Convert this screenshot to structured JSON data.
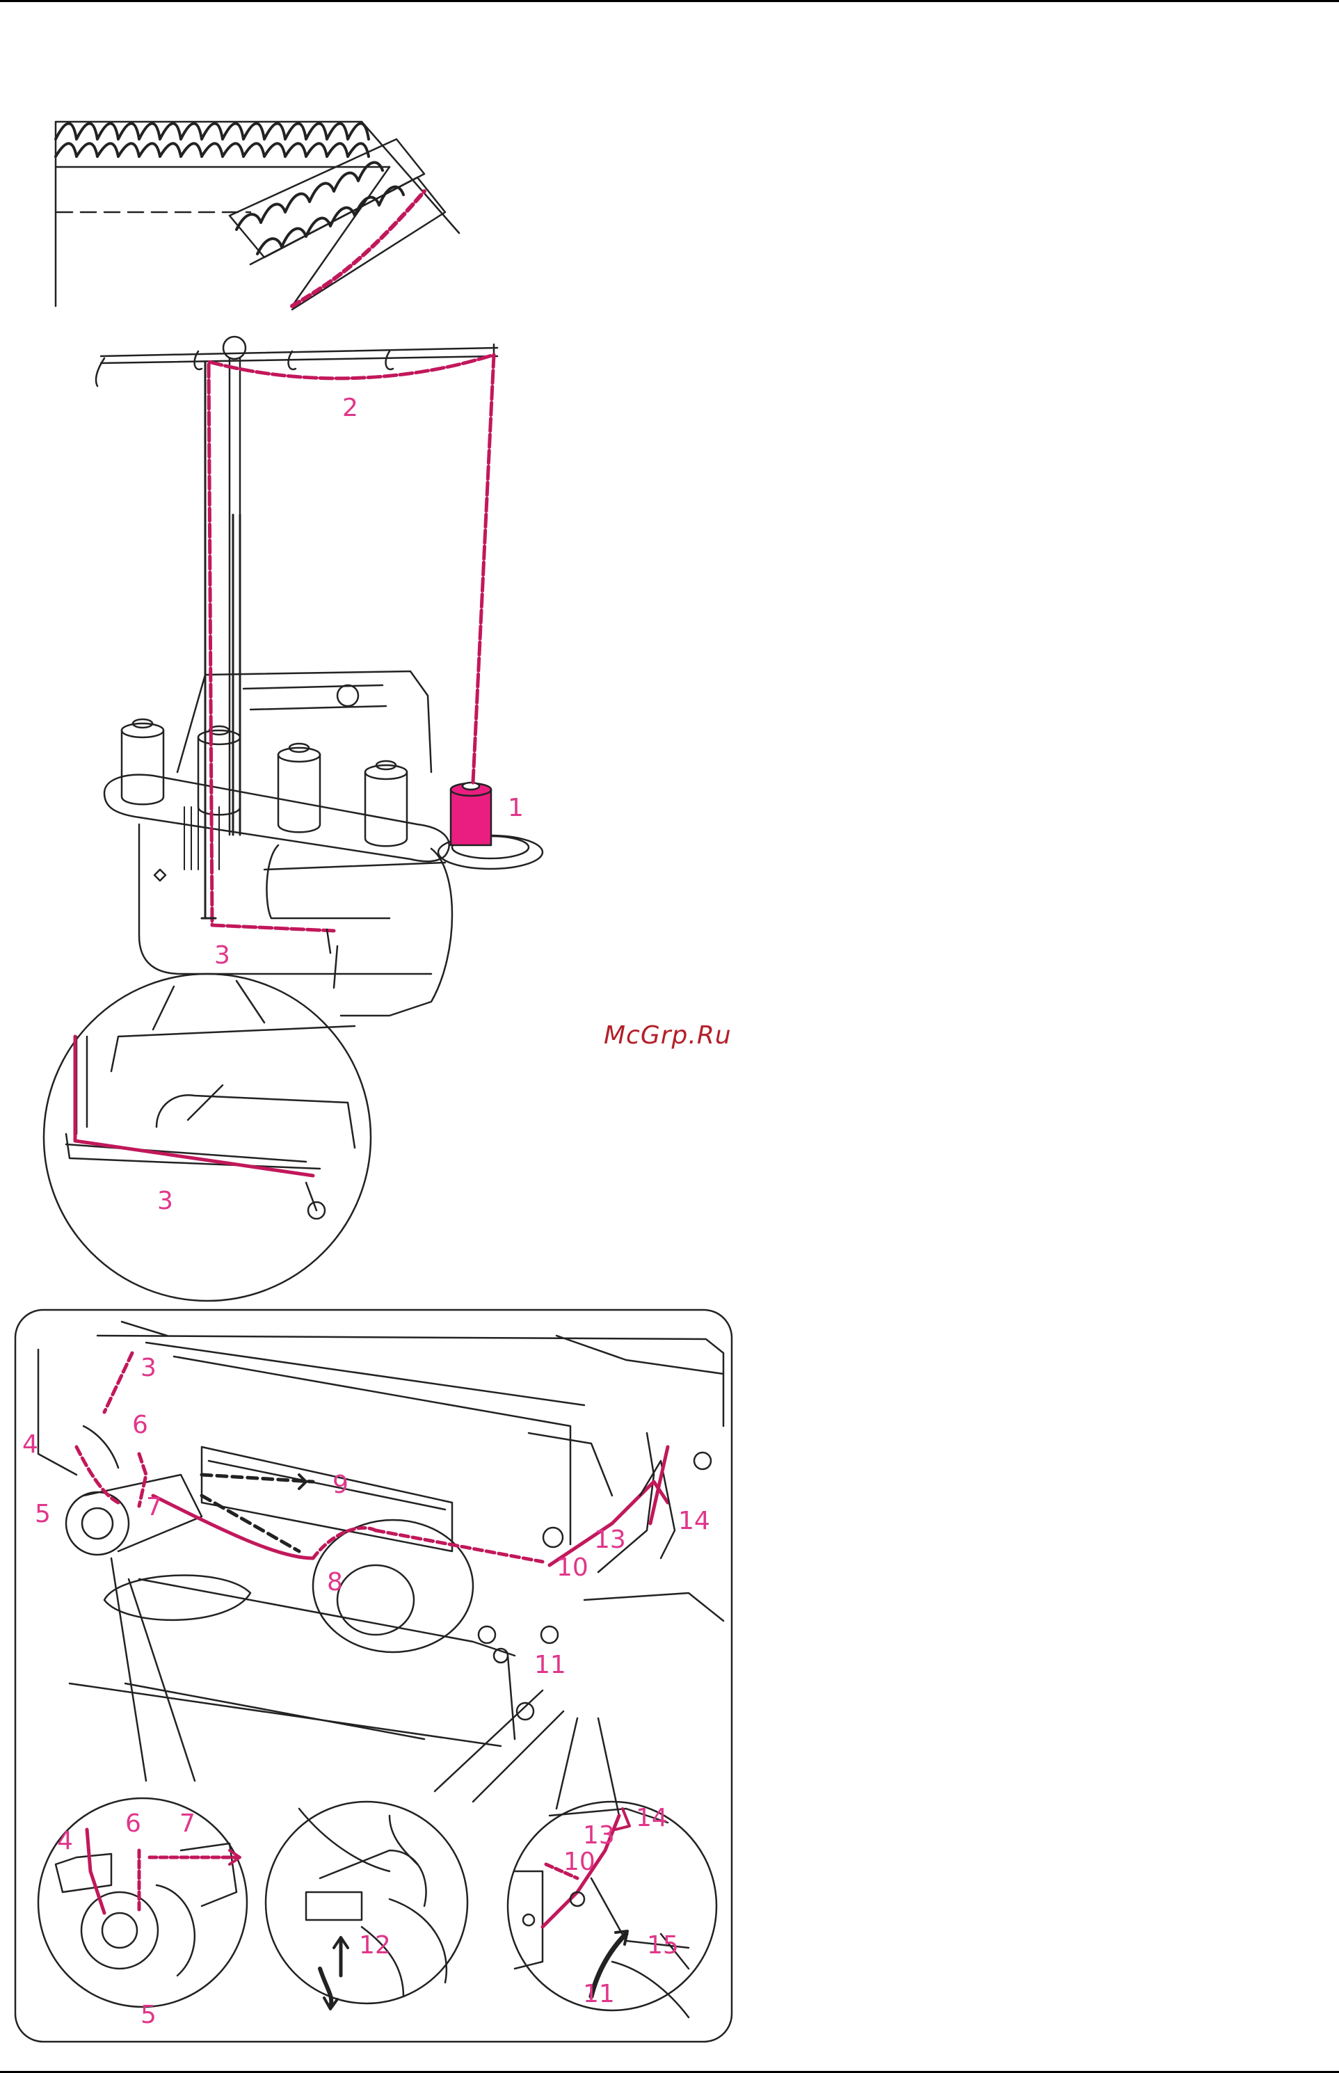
{
  "watermark": "McGrp.Ru",
  "colors": {
    "thread": "#c2185b",
    "label": "#e0368a",
    "line": "#222222",
    "spool": "#e91e80"
  },
  "labels": {
    "n1": "1",
    "n2": "2",
    "n3a": "3",
    "n3b": "3",
    "n3c": "3",
    "n4a": "4",
    "n5a": "5",
    "n6a": "6",
    "n7a": "7",
    "n8": "8",
    "n9": "9",
    "n10a": "10",
    "n11a": "11",
    "n13a": "13",
    "n14a": "14",
    "n4b": "4",
    "n5b": "5",
    "n6b": "6",
    "n7b": "7",
    "n12": "12",
    "n13b": "13",
    "n14b": "14",
    "n10b": "10",
    "n11b": "11",
    "n15": "15"
  }
}
